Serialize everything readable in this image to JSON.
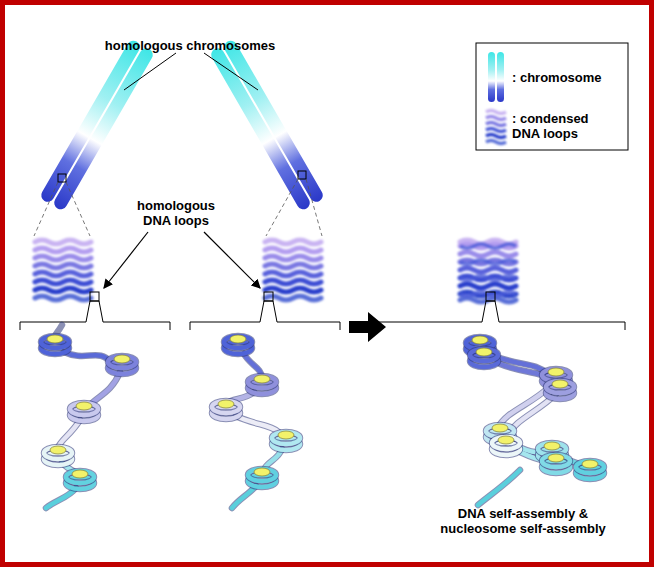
{
  "diagram": {
    "labels": [
      "homologous chromosomes",
      "homologous DNA loops",
      "DNA self-assembly & nucleosome self-assembly"
    ],
    "legend": [
      {
        "text": ": chromosome"
      },
      {
        "text": ": condensed DNA loops"
      }
    ]
  }
}
